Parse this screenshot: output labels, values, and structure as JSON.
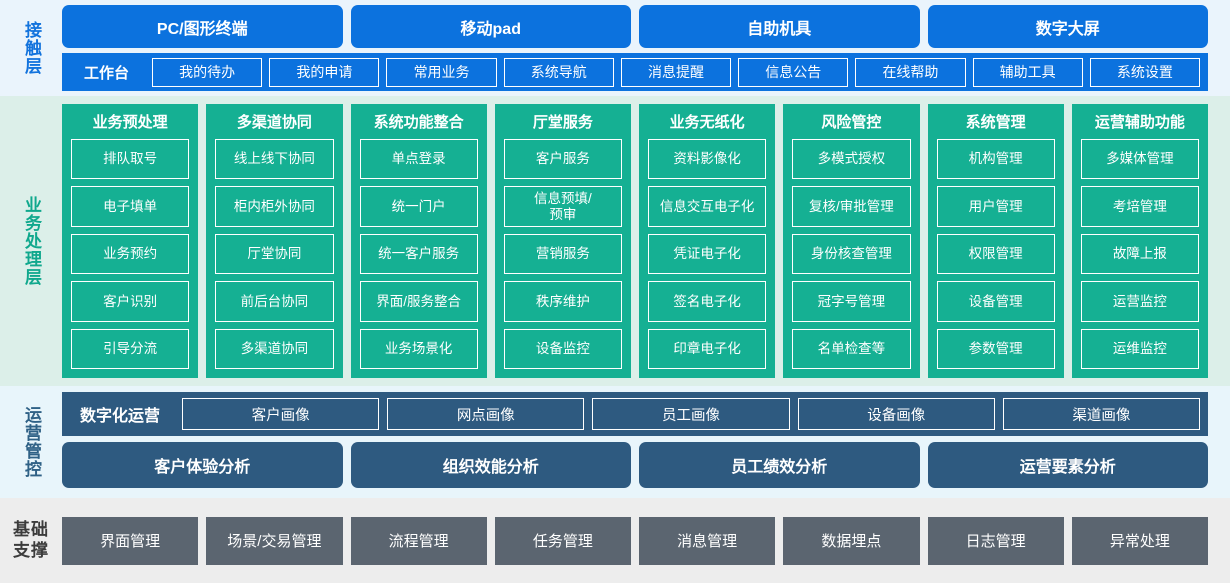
{
  "layers": {
    "contact": {
      "label": "接触层",
      "channels": [
        "PC/图形终端",
        "移动pad",
        "自助机具",
        "数字大屏"
      ],
      "workbench_title": "工作台",
      "workbench_items": [
        "我的待办",
        "我的申请",
        "常用业务",
        "系统导航",
        "消息提醒",
        "信息公告",
        "在线帮助",
        "辅助工具",
        "系统设置"
      ]
    },
    "business": {
      "label": "业务处理层",
      "columns": [
        {
          "title": "业务预处理",
          "items": [
            "排队取号",
            "电子填单",
            "业务预约",
            "客户识别",
            "引导分流"
          ]
        },
        {
          "title": "多渠道协同",
          "items": [
            "线上线下协同",
            "柜内柜外协同",
            "厅堂协同",
            "前后台协同",
            "多渠道协同"
          ]
        },
        {
          "title": "系统功能整合",
          "items": [
            "单点登录",
            "统一门户",
            "统一客户服务",
            "界面/服务整合",
            "业务场景化"
          ]
        },
        {
          "title": "厅堂服务",
          "items": [
            "客户服务",
            "信息预填/\n预审",
            "营销服务",
            "秩序维护",
            "设备监控"
          ]
        },
        {
          "title": "业务无纸化",
          "items": [
            "资料影像化",
            "信息交互电子化",
            "凭证电子化",
            "签名电子化",
            "印章电子化"
          ]
        },
        {
          "title": "风险管控",
          "items": [
            "多模式授权",
            "复核/审批管理",
            "身份核查管理",
            "冠字号管理",
            "名单检查等"
          ]
        },
        {
          "title": "系统管理",
          "items": [
            "机构管理",
            "用户管理",
            "权限管理",
            "设备管理",
            "参数管理"
          ]
        },
        {
          "title": "运营辅助功能",
          "items": [
            "多媒体管理",
            "考培管理",
            "故障上报",
            "运营监控",
            "运维监控"
          ]
        }
      ]
    },
    "operations": {
      "label": "运营管控",
      "digital_ops_title": "数字化运营",
      "portraits": [
        "客户画像",
        "网点画像",
        "员工画像",
        "设备画像",
        "渠道画像"
      ],
      "analyses": [
        "客户体验分析",
        "组织效能分析",
        "员工绩效分析",
        "运营要素分析"
      ]
    },
    "foundation": {
      "label": "基础\n支撑",
      "items": [
        "界面管理",
        "场景/交易管理",
        "流程管理",
        "任务管理",
        "消息管理",
        "数据埋点",
        "日志管理",
        "异常处理"
      ]
    }
  },
  "colors": {
    "contact_bg": "#eaf4fc",
    "contact_accent": "#0c72de",
    "business_bg": "#dcefe9",
    "business_accent": "#15b093",
    "operations_bg": "#e8f5fb",
    "operations_accent": "#2e5a80",
    "foundation_bg": "#ededed",
    "foundation_accent": "#5b6570"
  }
}
